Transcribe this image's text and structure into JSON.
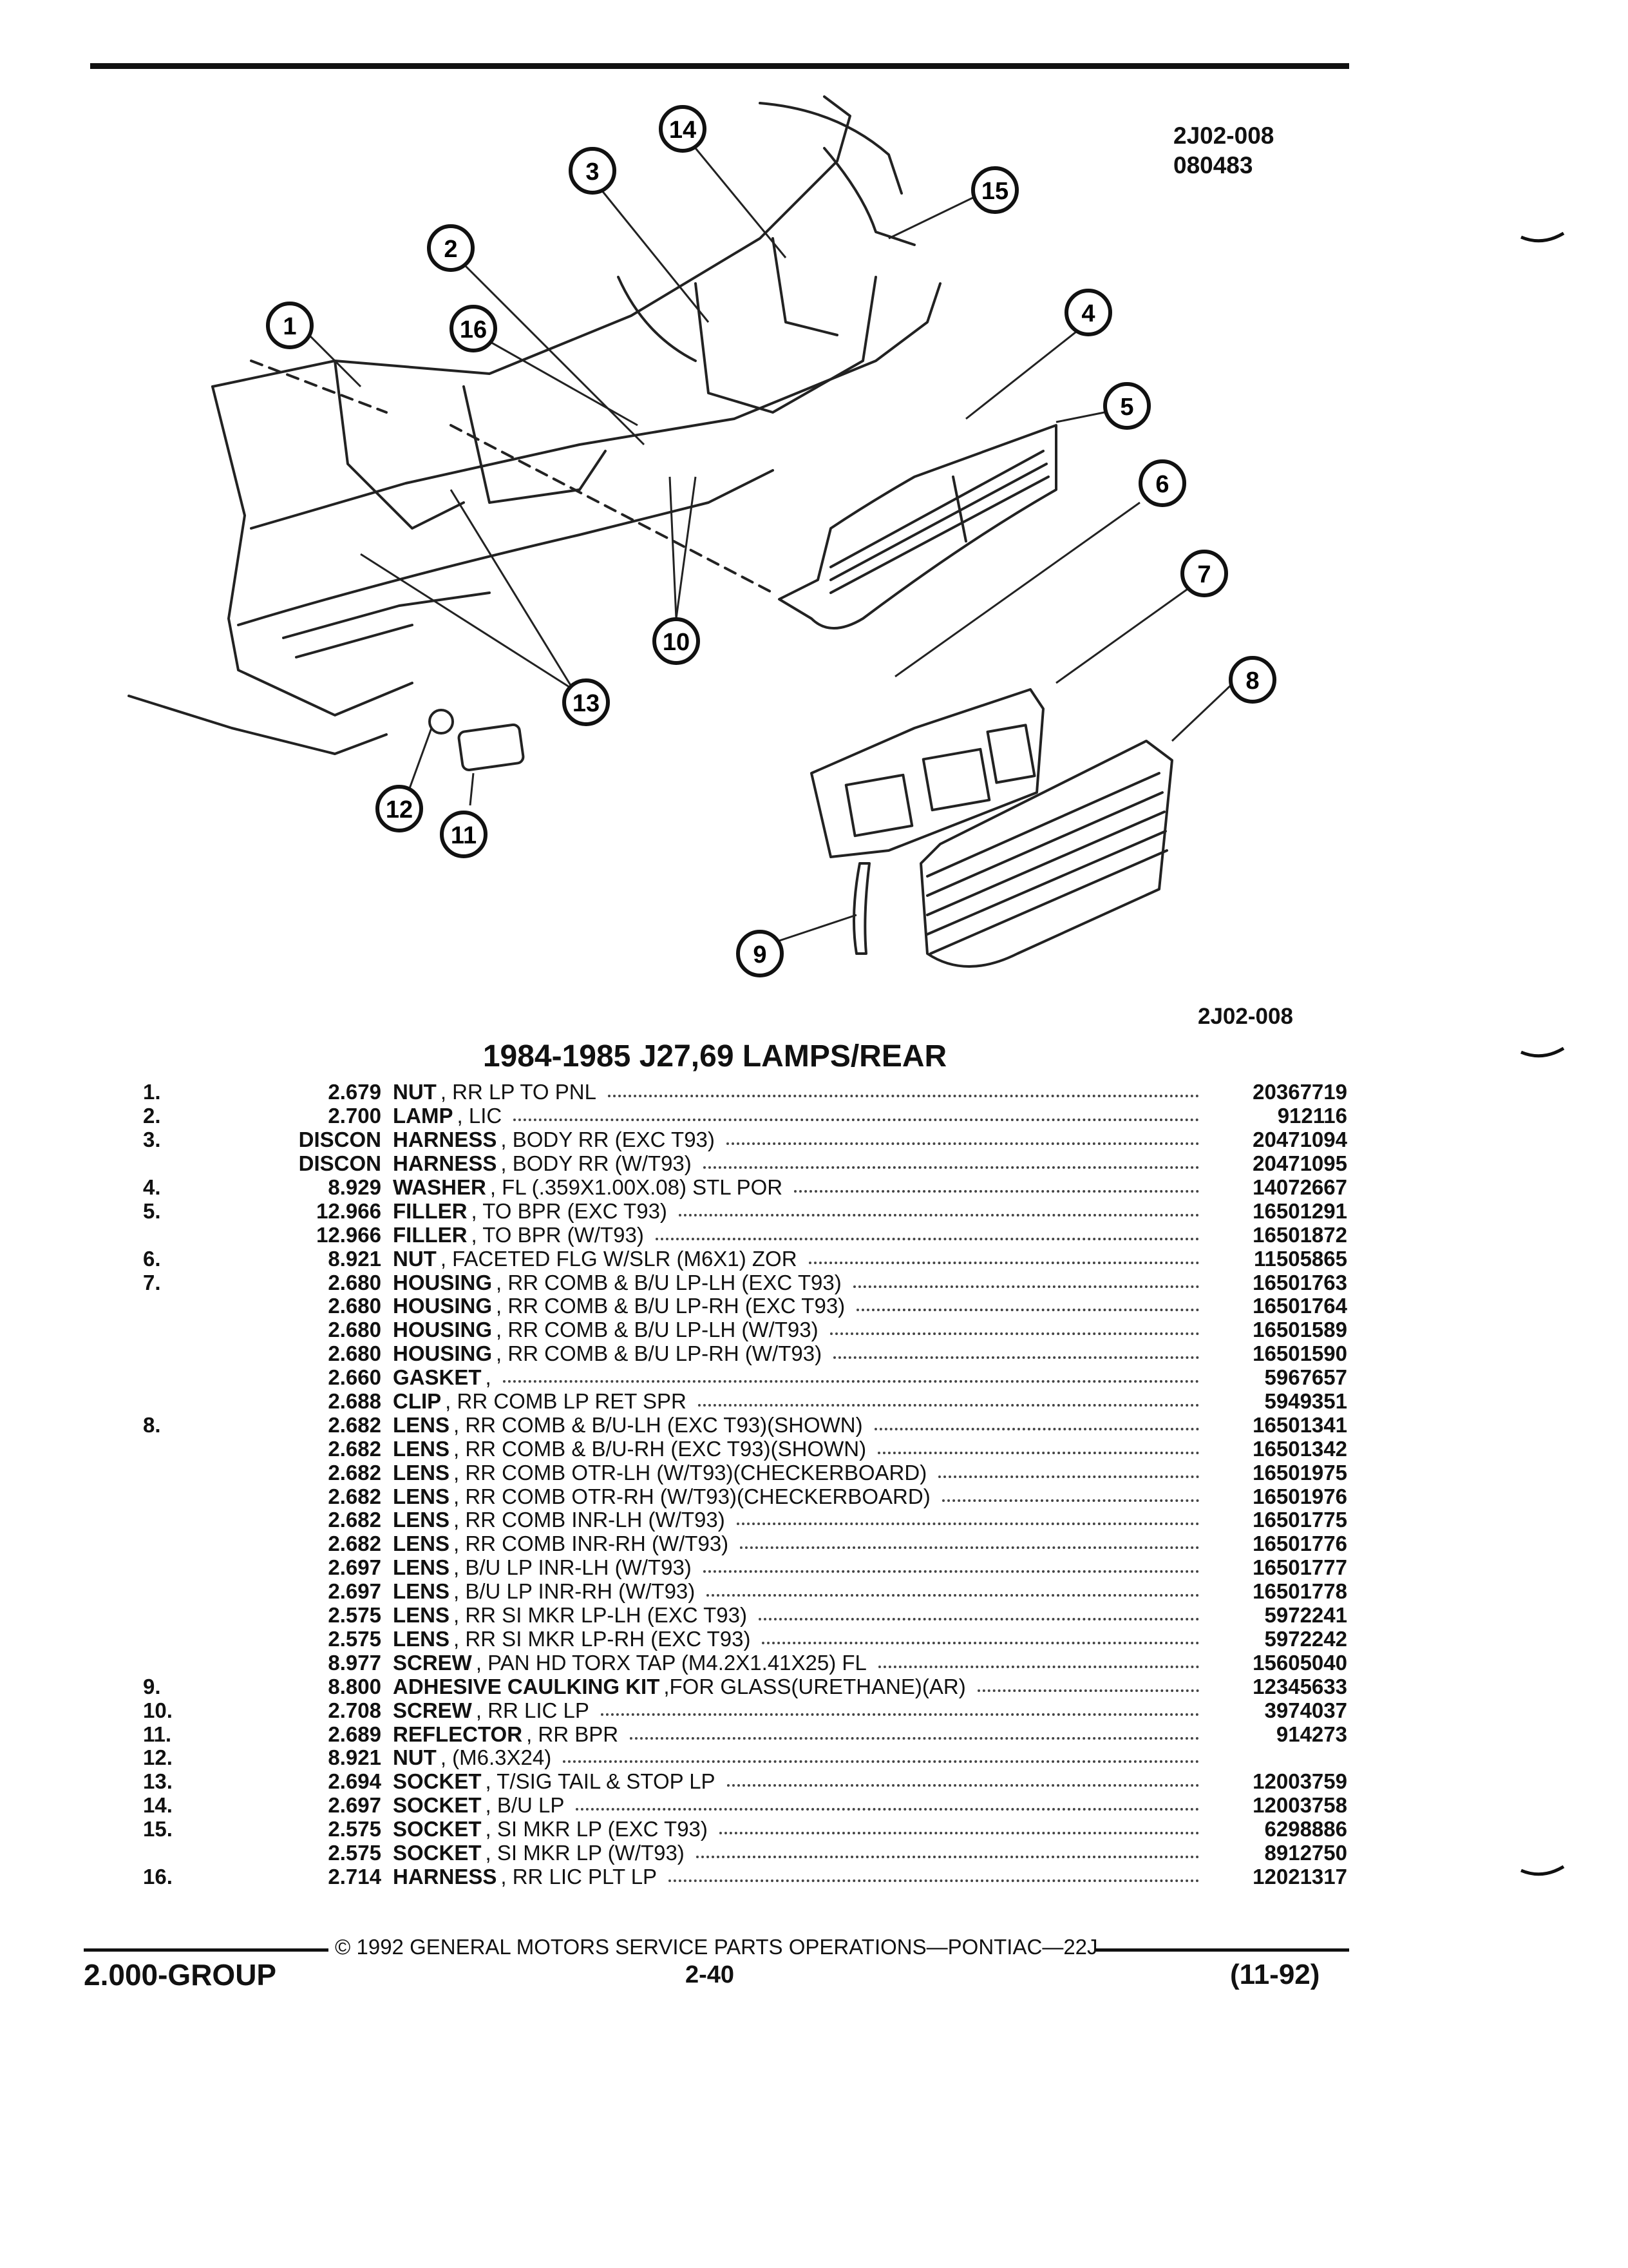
{
  "header": {
    "ref_code": "2J02-008",
    "ref_date": "080483"
  },
  "diagram": {
    "callouts": [
      "1",
      "2",
      "3",
      "4",
      "5",
      "6",
      "7",
      "8",
      "9",
      "10",
      "11",
      "12",
      "13",
      "14",
      "15",
      "16"
    ],
    "code": "2J02-008"
  },
  "title": "1984-1985 J27,69 LAMPS/REAR",
  "parts": [
    {
      "ref": "1.",
      "group": "2.679",
      "name": "NUT",
      "detail": ", RR LP TO PNL",
      "part": "20367719"
    },
    {
      "ref": "2.",
      "group": "2.700",
      "name": "LAMP",
      "detail": ", LIC",
      "part": "912116"
    },
    {
      "ref": "3.",
      "group": "DISCON",
      "name": "HARNESS",
      "detail": ", BODY RR (EXC T93)",
      "part": "20471094"
    },
    {
      "ref": "",
      "group": "DISCON",
      "name": "HARNESS",
      "detail": ", BODY RR (W/T93)",
      "part": "20471095"
    },
    {
      "ref": "4.",
      "group": "8.929",
      "name": "WASHER",
      "detail": ", FL (.359X1.00X.08) STL POR",
      "part": "14072667"
    },
    {
      "ref": "5.",
      "group": "12.966",
      "name": "FILLER",
      "detail": ", TO BPR (EXC T93)",
      "part": "16501291"
    },
    {
      "ref": "",
      "group": "12.966",
      "name": "FILLER",
      "detail": ", TO BPR (W/T93)",
      "part": "16501872"
    },
    {
      "ref": "6.",
      "group": "8.921",
      "name": "NUT",
      "detail": ", FACETED FLG W/SLR (M6X1) ZOR",
      "part": "11505865"
    },
    {
      "ref": "7.",
      "group": "2.680",
      "name": "HOUSING",
      "detail": ", RR COMB & B/U LP-LH (EXC T93)",
      "part": "16501763"
    },
    {
      "ref": "",
      "group": "2.680",
      "name": "HOUSING",
      "detail": ", RR COMB & B/U LP-RH (EXC T93)",
      "part": "16501764"
    },
    {
      "ref": "",
      "group": "2.680",
      "name": "HOUSING",
      "detail": ", RR COMB & B/U LP-LH (W/T93)",
      "part": "16501589"
    },
    {
      "ref": "",
      "group": "2.680",
      "name": "HOUSING",
      "detail": ", RR COMB & B/U LP-RH (W/T93)",
      "part": "16501590"
    },
    {
      "ref": "",
      "group": "2.660",
      "name": "GASKET",
      "detail": ",",
      "part": "5967657"
    },
    {
      "ref": "",
      "group": "2.688",
      "name": "CLIP",
      "detail": ", RR COMB LP RET SPR",
      "part": "5949351"
    },
    {
      "ref": "8.",
      "group": "2.682",
      "name": "LENS",
      "detail": ", RR COMB & B/U-LH (EXC T93)(SHOWN)",
      "part": "16501341"
    },
    {
      "ref": "",
      "group": "2.682",
      "name": "LENS",
      "detail": ", RR COMB & B/U-RH (EXC T93)(SHOWN)",
      "part": "16501342"
    },
    {
      "ref": "",
      "group": "2.682",
      "name": "LENS",
      "detail": ", RR COMB OTR-LH (W/T93)(CHECKERBOARD)",
      "part": "16501975"
    },
    {
      "ref": "",
      "group": "2.682",
      "name": "LENS",
      "detail": ", RR COMB OTR-RH (W/T93)(CHECKERBOARD)",
      "part": "16501976"
    },
    {
      "ref": "",
      "group": "2.682",
      "name": "LENS",
      "detail": ", RR COMB INR-LH (W/T93)",
      "part": "16501775"
    },
    {
      "ref": "",
      "group": "2.682",
      "name": "LENS",
      "detail": ", RR COMB INR-RH (W/T93)",
      "part": "16501776"
    },
    {
      "ref": "",
      "group": "2.697",
      "name": "LENS",
      "detail": ", B/U LP INR-LH (W/T93)",
      "part": "16501777"
    },
    {
      "ref": "",
      "group": "2.697",
      "name": "LENS",
      "detail": ", B/U LP INR-RH (W/T93)",
      "part": "16501778"
    },
    {
      "ref": "",
      "group": "2.575",
      "name": "LENS",
      "detail": ", RR SI MKR LP-LH (EXC T93)",
      "part": "5972241"
    },
    {
      "ref": "",
      "group": "2.575",
      "name": "LENS",
      "detail": ", RR SI MKR LP-RH (EXC T93)",
      "part": "5972242"
    },
    {
      "ref": "",
      "group": "8.977",
      "name": "SCREW",
      "detail": ", PAN HD TORX TAP (M4.2X1.41X25) FL",
      "part": "15605040"
    },
    {
      "ref": "9.",
      "group": "8.800",
      "name": "ADHESIVE CAULKING KIT",
      "detail": ",FOR GLASS(URETHANE)(AR)",
      "part": "12345633"
    },
    {
      "ref": "10.",
      "group": "2.708",
      "name": "SCREW",
      "detail": ", RR LIC LP",
      "part": "3974037"
    },
    {
      "ref": "11.",
      "group": "2.689",
      "name": "REFLECTOR",
      "detail": ", RR BPR",
      "part": "914273"
    },
    {
      "ref": "12.",
      "group": "8.921",
      "name": "NUT",
      "detail": ", (M6.3X24)",
      "part": ""
    },
    {
      "ref": "13.",
      "group": "2.694",
      "name": "SOCKET",
      "detail": ", T/SIG TAIL & STOP LP",
      "part": "12003759"
    },
    {
      "ref": "14.",
      "group": "2.697",
      "name": "SOCKET",
      "detail": ", B/U LP",
      "part": "12003758"
    },
    {
      "ref": "15.",
      "group": "2.575",
      "name": "SOCKET",
      "detail": ", SI MKR LP (EXC T93)",
      "part": "6298886"
    },
    {
      "ref": "",
      "group": "2.575",
      "name": "SOCKET",
      "detail": ", SI MKR LP (W/T93)",
      "part": "8912750"
    },
    {
      "ref": "16.",
      "group": "2.714",
      "name": "HARNESS",
      "detail": ", RR LIC PLT LP",
      "part": "12021317"
    }
  ],
  "footer": {
    "copyright": "© 1992 GENERAL MOTORS SERVICE PARTS OPERATIONS—PONTIAC—22J",
    "group": "2.000-GROUP",
    "page": "2-40",
    "date": "(11-92)"
  }
}
